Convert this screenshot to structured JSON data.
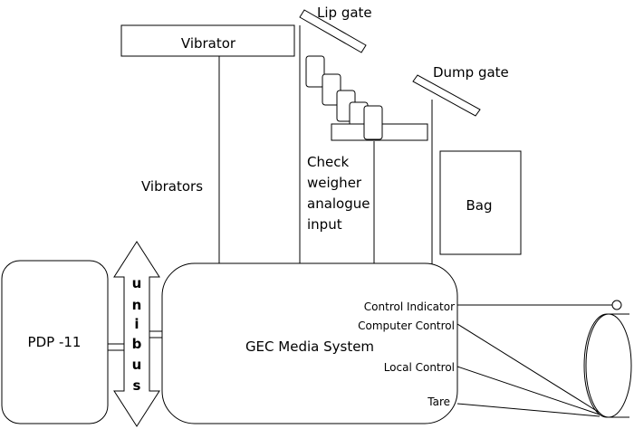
{
  "labels": {
    "lip_gate": "Lip gate",
    "vibrator": "Vibrator",
    "dump_gate": "Dump gate",
    "vibrators": "Vibrators",
    "check_weigher": [
      "Check",
      "weigher",
      "analogue",
      "input"
    ],
    "bag": "Bag",
    "pdp": "PDP -11",
    "unibus": [
      "u",
      "n",
      "i",
      "b",
      "u",
      "s"
    ],
    "gec": "GEC Media System",
    "control_indicator": "Control Indicator",
    "computer_control": "Computer Control",
    "local_control": "Local Control",
    "tare": "Tare"
  },
  "colors": {
    "stroke": "#000000",
    "background": "#ffffff"
  }
}
